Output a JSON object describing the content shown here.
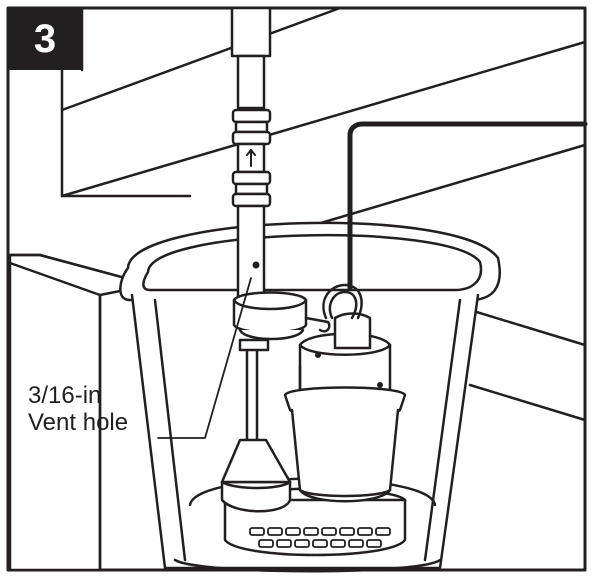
{
  "step": {
    "number": "3"
  },
  "callout": {
    "line1": "3/16-in",
    "line2": "Vent hole"
  },
  "colors": {
    "ink": "#231f20",
    "background": "#ffffff"
  },
  "icons": [
    "up-arrow-icon"
  ]
}
